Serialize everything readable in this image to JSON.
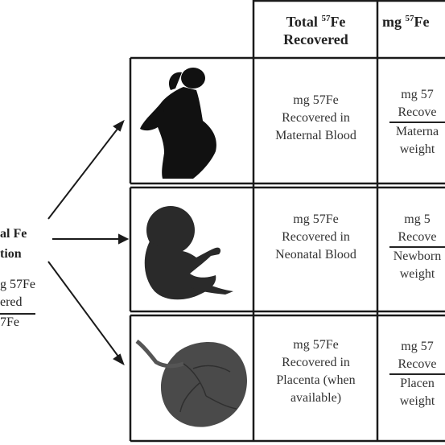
{
  "left_label": {
    "line1": "al Fe",
    "line2": "tion",
    "numerator": "g 57Fe",
    "numerator2": "ered",
    "denominator": "7Fe"
  },
  "header": {
    "col1_a": "Total ",
    "col1_sup": "57",
    "col1_b": "Fe",
    "col1_c": "Recovered",
    "col2_a": "mg ",
    "col2_sup": "57",
    "col2_b": "Fe"
  },
  "rows": [
    {
      "icon": "pregnant-woman-silhouette",
      "total_lines": [
        "mg 57Fe",
        "Recovered in",
        "Maternal Blood"
      ],
      "ratio_num": [
        "mg 57",
        "Recove"
      ],
      "ratio_den": [
        "Materna",
        "weight"
      ]
    },
    {
      "icon": "fetus-silhouette",
      "total_lines": [
        "mg 57Fe",
        "Recovered in",
        "Neonatal Blood"
      ],
      "ratio_num": [
        "mg 5",
        "Recove"
      ],
      "ratio_den": [
        "Newborn",
        "weight"
      ]
    },
    {
      "icon": "placenta-image",
      "total_lines": [
        "mg 57Fe",
        "Recovered in",
        "Placenta (when",
        "available)"
      ],
      "ratio_num": [
        "mg 57",
        "Recove"
      ],
      "ratio_den": [
        "Placen",
        "weight"
      ]
    }
  ],
  "colors": {
    "line": "#1a1a1a",
    "silhouette": "#111111",
    "placenta": "#4a4a4a"
  }
}
